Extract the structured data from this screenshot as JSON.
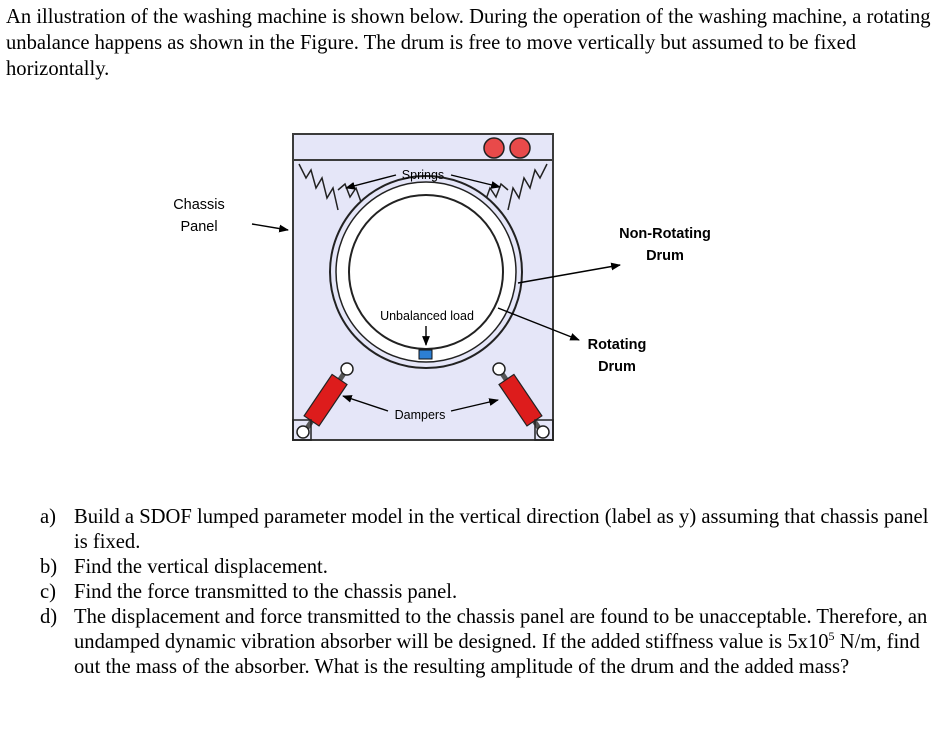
{
  "intro": "An illustration of the washing machine is shown below. During the operation of the washing machine, a rotating unbalance happens as shown in the Figure. The drum is free to move vertically but assumed to be fixed horizontally.",
  "figure": {
    "labels": {
      "springs": "Springs",
      "chassis_line1": "Chassis",
      "chassis_line2": "Panel",
      "nonrot_line1": "Non-Rotating",
      "nonrot_line2": "Drum",
      "unbalanced": "Unbalanced load",
      "rot_line1": "Rotating",
      "rot_line2": "Drum",
      "dampers": "Dampers"
    },
    "colors": {
      "panel_fill": "#e5e6f8",
      "knob": "#e84a4a",
      "damper": "#dd1c1c",
      "load": "#2c7fd4"
    }
  },
  "questions": [
    {
      "label": "a)",
      "text": "Build a SDOF lumped parameter model in the vertical direction (label as y) assuming that chassis panel is fixed."
    },
    {
      "label": "b)",
      "text": "Find the vertical displacement."
    },
    {
      "label": "c)",
      "text": "Find the force transmitted to the chassis panel."
    },
    {
      "label": "d)",
      "text_before": "The displacement and force transmitted to the chassis panel are found to be unacceptable. Therefore, an undamped dynamic vibration absorber will be designed. If the added stiffness value is 5x10",
      "text_sup": "5",
      "text_after": " N/m, find out the mass of the absorber. What is the resulting amplitude of the drum and the added mass?"
    }
  ]
}
